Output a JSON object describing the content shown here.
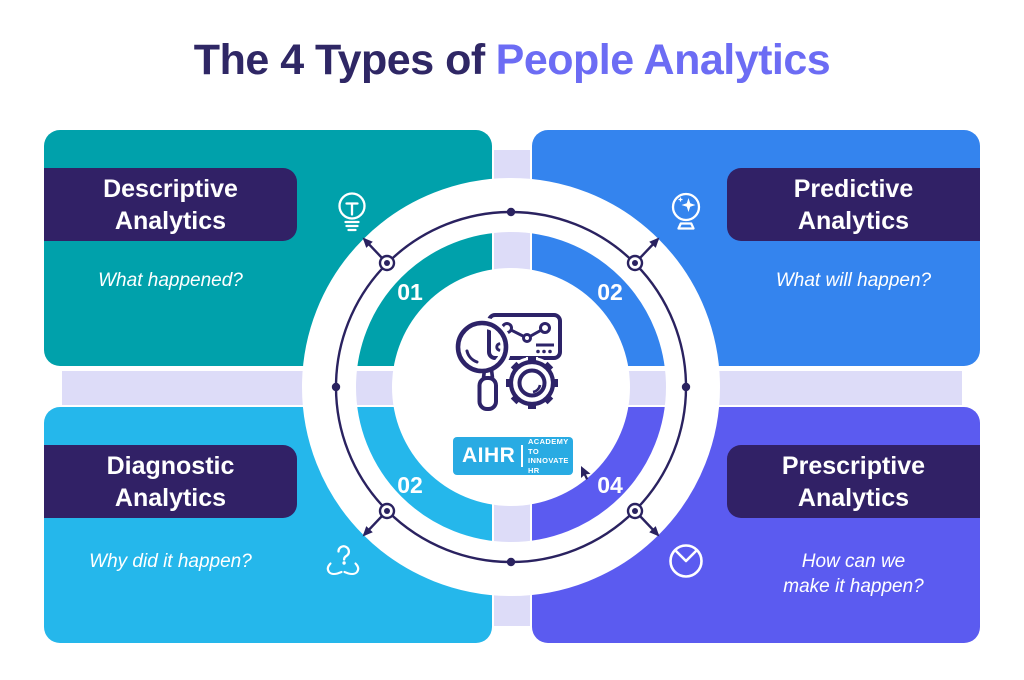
{
  "title": {
    "prefix": "The 4 Types of",
    "highlight": "People Analytics"
  },
  "quadrants": [
    {
      "label_line1": "Descriptive",
      "label_line2": "Analytics",
      "question": [
        "What happened?"
      ],
      "number": "01",
      "icon": "lightbulb-icon",
      "color": "#00a1ab"
    },
    {
      "label_line1": "Predictive",
      "label_line2": "Analytics",
      "question": [
        "What will happen?"
      ],
      "number": "02",
      "icon": "crystal-ball-icon",
      "color": "#3484ee"
    },
    {
      "label_line1": "Diagnostic",
      "label_line2": "Analytics",
      "question": [
        "Why did it happen?"
      ],
      "number": "02",
      "icon": "hands-question-icon",
      "color": "#25b7eb"
    },
    {
      "label_line1": "Prescriptive",
      "label_line2": "Analytics",
      "question": [
        "How can we",
        "make it happen?"
      ],
      "number": "04",
      "icon": "pie-chart-icon",
      "color": "#5b5bf0"
    }
  ],
  "center": {
    "illustration_icon": "magnifier-chart-gear-icon",
    "logo": {
      "name": "AIHR",
      "tagline_line1": "ACADEMY TO",
      "tagline_line2": "INNOVATE HR",
      "background": "#29abe3"
    }
  },
  "palette": {
    "title_dark": "#2f2765",
    "title_accent": "#6c6cf4",
    "label_box": "#312166",
    "ring_line": "#2a2260",
    "lavender_band": "#dddcf8",
    "white": "#ffffff"
  }
}
